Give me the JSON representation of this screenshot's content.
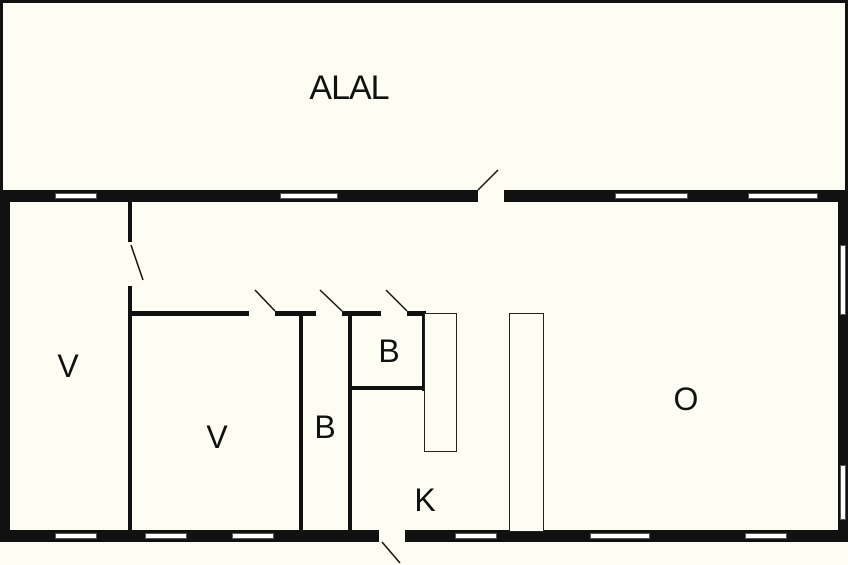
{
  "rooms": {
    "terrace": "ALAL",
    "bedroom_left": "V",
    "bedroom_middle": "V",
    "bath_middle": "B",
    "bath_small": "B",
    "kitchen": "K",
    "living": "O"
  },
  "colors": {
    "wall": "#111111",
    "floor": "#fdfdf3",
    "window": "#ffffff"
  }
}
